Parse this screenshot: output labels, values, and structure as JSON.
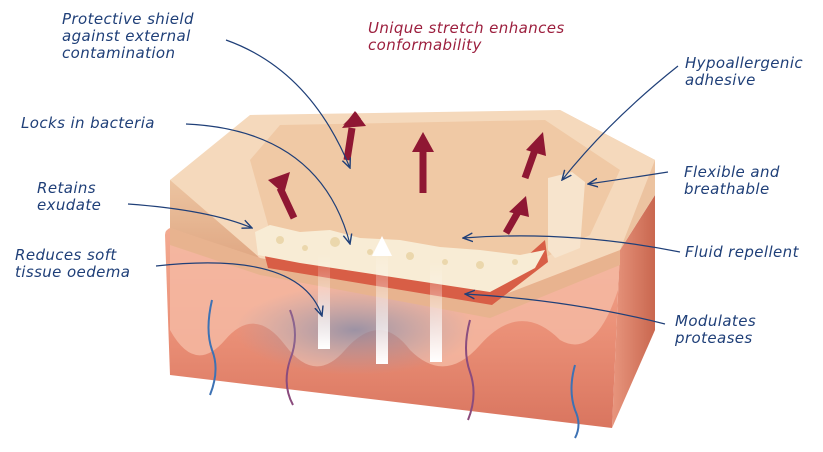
{
  "labels": {
    "protective_shield": [
      "Protective shield",
      "against external",
      "contamination"
    ],
    "unique_stretch": [
      "Unique stretch enhances",
      "conformability"
    ],
    "hypoallergenic": [
      "Hypoallergenic",
      "adhesive"
    ],
    "locks_bacteria": [
      "Locks in bacteria"
    ],
    "flexible": [
      "Flexible and",
      "breathable"
    ],
    "retains_exudate": [
      "Retains",
      "exudate"
    ],
    "fluid_repellent": [
      "Fluid repellent"
    ],
    "reduces_oedema": [
      "Reduces soft",
      "tissue oedema"
    ],
    "modulates_proteases": [
      "Modulates",
      "proteases"
    ]
  },
  "colors": {
    "label_text": "#1f3f78",
    "accent_text": "#9c1f3e",
    "arrow": "#8f1733",
    "pad_top": "#f5d7b8",
    "pad_side": "#eac19d",
    "skin": "#e3836d",
    "tissue": "#f2a58d"
  }
}
